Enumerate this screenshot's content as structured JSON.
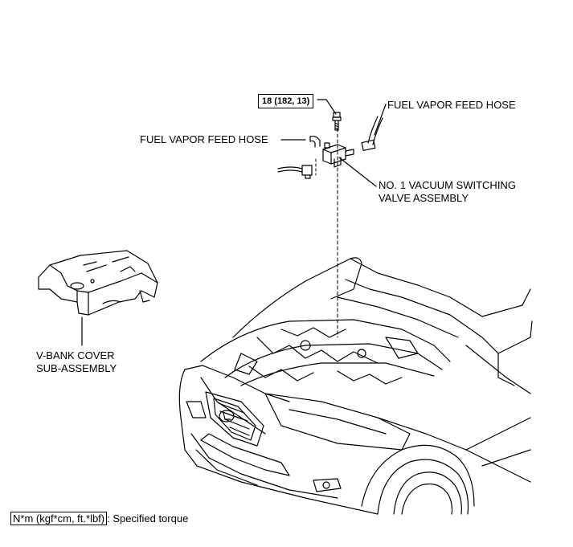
{
  "labels": {
    "torque_value": "18 (182, 13)",
    "fuel_hose_right": "FUEL VAPOR FEED HOSE",
    "fuel_hose_left": "FUEL VAPOR FEED HOSE",
    "valve_line1": "NO. 1 VACUUM SWITCHING",
    "valve_line2": "VALVE ASSEMBLY",
    "cover_line1": "V-BANK COVER",
    "cover_line2": "SUB-ASSEMBLY"
  },
  "legend": {
    "key": "N*m (kgf*cm, ft.*lbf)",
    "text": ": Specified torque"
  }
}
